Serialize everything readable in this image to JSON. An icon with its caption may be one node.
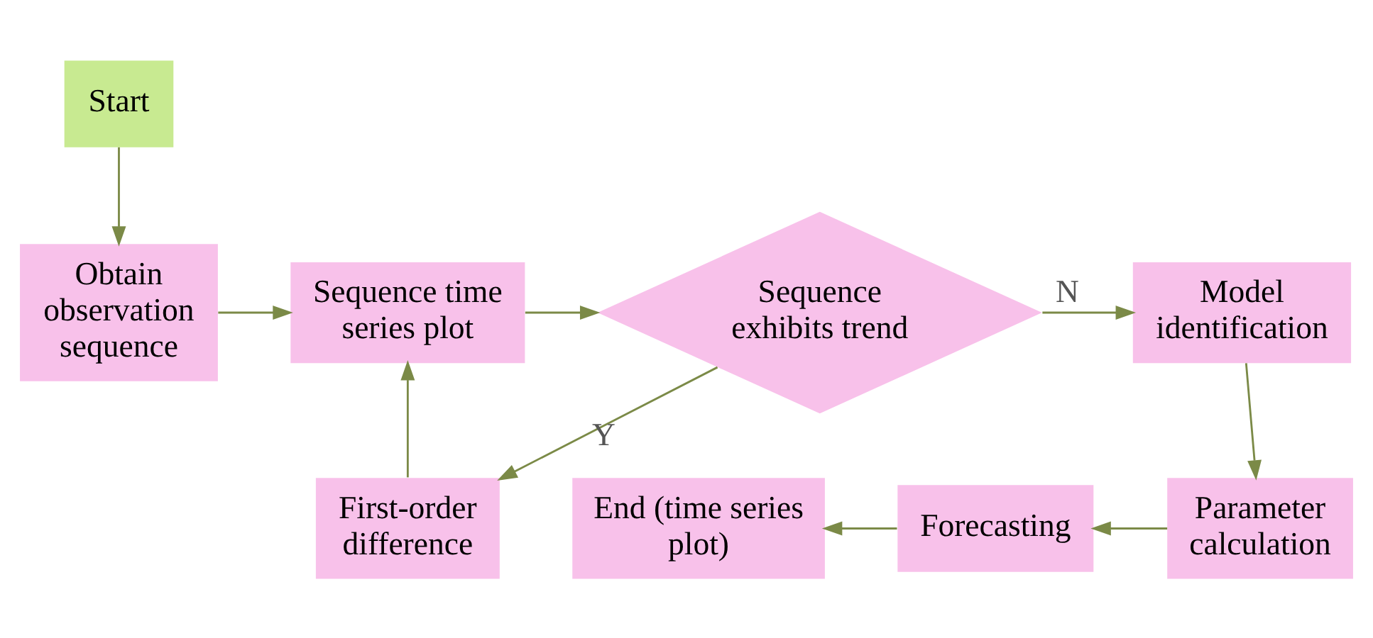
{
  "diagram": {
    "nodes": [
      {
        "text": [
          "Start"
        ]
      },
      {
        "text": [
          "Obtain observation sequence"
        ]
      },
      {
        "text": [
          "Sequence time series plot"
        ]
      },
      {
        "text": [
          "Sequence exhibits trend"
        ]
      },
      {
        "text": [
          "Model identification"
        ]
      },
      {
        "text": [
          "First-order difference"
        ]
      },
      {
        "text": [
          "Parameter calculation"
        ]
      },
      {
        "text": [
          "Forecasting"
        ]
      },
      {
        "text": [
          "End (time series plot)"
        ]
      }
    ],
    "edges": [
      {
        "from": 0,
        "to": 1,
        "arrow": "to"
      },
      {
        "from": 1,
        "to": 2,
        "arrow": "to"
      },
      {
        "from": 2,
        "to": 3,
        "arrow": "to"
      },
      {
        "from": 3,
        "to": 4,
        "arrow": "to",
        "label": "N"
      },
      {
        "from": 3,
        "to": 5,
        "arrow": "to",
        "label": "Y"
      },
      {
        "from": 5,
        "to": 2,
        "arrow": "to"
      },
      {
        "from": 4,
        "to": 6,
        "arrow": "to"
      },
      {
        "from": 6,
        "to": 7,
        "arrow": "to"
      },
      {
        "from": 7,
        "to": 8,
        "arrow": "to"
      }
    ]
  }
}
